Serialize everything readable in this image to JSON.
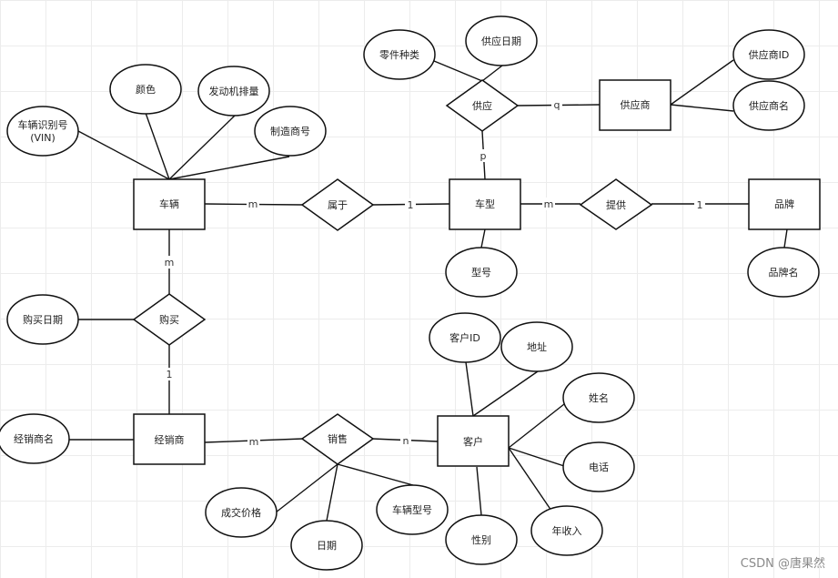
{
  "entities": {
    "car": "车辆",
    "model": "车型",
    "supplier": "供应商",
    "brand": "品牌",
    "dealer": "经销商",
    "customer": "客户"
  },
  "relationships": {
    "belongs": "属于",
    "supply": "供应",
    "provide": "提供",
    "purchase": "购买",
    "sale": "销售"
  },
  "attributes": {
    "vin_line1": "车辆识别号",
    "vin_line2": "(VIN)",
    "color": "颜色",
    "engine": "发动机排量",
    "maker_no": "制造商号",
    "part_type": "零件种类",
    "supply_date": "供应日期",
    "supplier_id": "供应商ID",
    "supplier_name": "供应商名",
    "model_no": "型号",
    "brand_name": "品牌名",
    "purchase_date": "购买日期",
    "customer_id": "客户ID",
    "address": "地址",
    "name": "姓名",
    "phone": "电话",
    "income": "年收入",
    "gender": "性别",
    "dealer_name": "经销商名",
    "deal_price": "成交价格",
    "date": "日期",
    "car_model_no": "车辆型号"
  },
  "cardinalities": {
    "car_belongs": "m",
    "belongs_model": "1",
    "supply_supplier": "q",
    "supply_model": "p",
    "model_provide": "m",
    "provide_brand": "1",
    "car_purchase": "m",
    "purchase_dealer": "1",
    "dealer_sale": "m",
    "sale_customer": "n"
  },
  "watermark": "CSDN @唐果然"
}
